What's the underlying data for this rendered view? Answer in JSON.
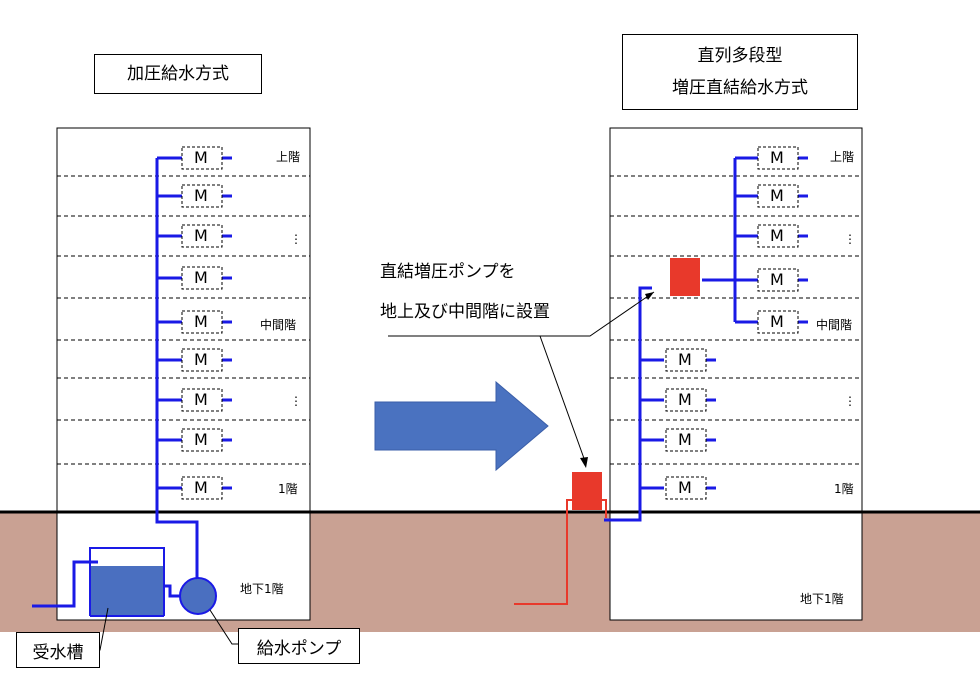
{
  "left": {
    "title": "加圧給水方式",
    "floors": {
      "top": "上階",
      "dots1": "⋮",
      "mid": "中間階",
      "dots2": "⋮",
      "first": "1階",
      "basement": "地下1階"
    },
    "meter_label": "M",
    "callouts": {
      "tank": "受水槽",
      "pump": "給水ポンプ"
    }
  },
  "right": {
    "title_line1": "直列多段型",
    "title_line2": "増圧直結給水方式",
    "floors": {
      "top": "上階",
      "dots1": "⋮",
      "mid": "中間階",
      "dots2": "⋮",
      "first": "1階",
      "basement": "地下1階"
    },
    "meter_label": "M"
  },
  "annotation": {
    "line1": "直結増圧ポンプを",
    "line2": "地上及び中間階に設置"
  },
  "colors": {
    "ground": "#c9a193",
    "pipe_blue": "#1a1ae6",
    "pump_red": "#e8392b",
    "arrow": "#4a72c0",
    "tank": "#4a6fc0"
  },
  "icons": {
    "arrow": "right-arrow-icon"
  }
}
